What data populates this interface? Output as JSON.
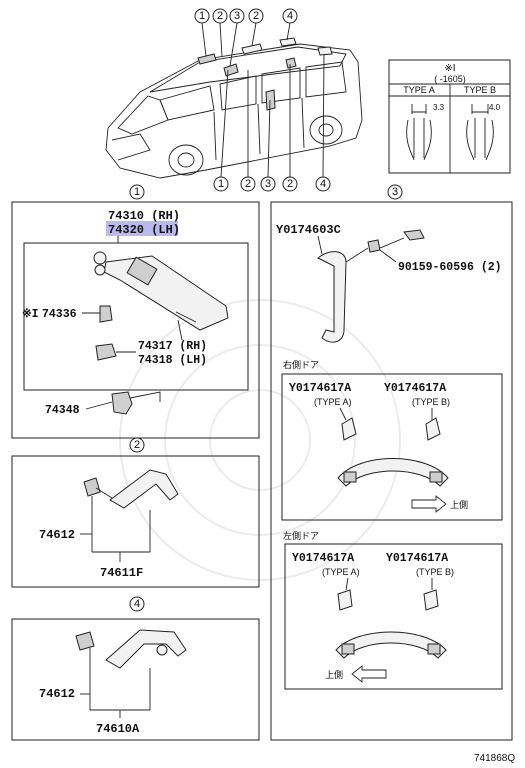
{
  "callouts": {
    "top": [
      "1",
      "2",
      "3",
      "2",
      "4"
    ],
    "bottom": [
      "1",
      "2",
      "3",
      "2",
      "4"
    ],
    "panel1": "1",
    "panel2": "2",
    "panel3": "3",
    "panel4": "4"
  },
  "typeTable": {
    "mark": "※I",
    "range": "(      -1605)",
    "colA": "TYPE A",
    "colB": "TYPE B",
    "dimA": "3.3",
    "dimB": "4.0"
  },
  "panel1": {
    "part_rh": "74310 (RH)",
    "part_lh": "74320 (LH)",
    "part_74336": "74336",
    "mark_74336": "※I",
    "part_74317": "74317 (RH)",
    "part_74318": "74318 (LH)",
    "part_74348": "74348"
  },
  "panel2": {
    "part_74612": "74612",
    "part_74611f": "74611F"
  },
  "panel3": {
    "part_y0174603c": "Y0174603C",
    "part_90159": "90159-60596 (2)",
    "right_door_label": "右側ドア",
    "left_door_label": "左側ドア",
    "right_a_part": "Y0174617A",
    "right_a_type": "(TYPE A)",
    "right_b_part": "Y0174617A",
    "right_b_type": "(TYPE B)",
    "left_a_part": "Y0174617A",
    "left_a_type": "(TYPE A)",
    "left_b_part": "Y0174617A",
    "left_b_type": "(TYPE B)",
    "upper_right": "上側",
    "upper_left": "上側"
  },
  "panel4": {
    "part_74612": "74612",
    "part_74610a": "74610A"
  },
  "diagram_id": "741868Q",
  "colors": {
    "highlight": "#b9b9ec",
    "line": "#222222"
  }
}
